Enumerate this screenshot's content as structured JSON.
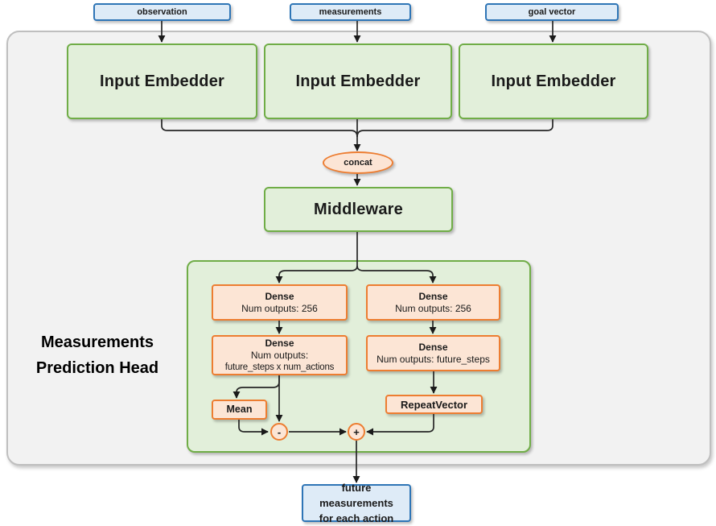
{
  "inputs": [
    {
      "label": "observation"
    },
    {
      "label": "measurements"
    },
    {
      "label": "goal vector"
    }
  ],
  "embedders": [
    {
      "label": "Input Embedder"
    },
    {
      "label": "Input Embedder"
    },
    {
      "label": "Input Embedder"
    }
  ],
  "concat": {
    "label": "concat"
  },
  "middleware": {
    "label": "Middleware"
  },
  "head": {
    "title_line1": "Measurements",
    "title_line2": "Prediction Head",
    "left": {
      "dense1_title": "Dense",
      "dense1_sub": "Num outputs: 256",
      "dense2_title": "Dense",
      "dense2_sub1": "Num outputs:",
      "dense2_sub2": "future_steps x num_actions",
      "mean_label": "Mean",
      "minus_label": "-"
    },
    "right": {
      "dense1_title": "Dense",
      "dense1_sub": "Num outputs: 256",
      "dense2_title": "Dense",
      "dense2_sub": "Num outputs: future_steps",
      "repeat_label": "RepeatVector",
      "plus_label": "+"
    }
  },
  "output": {
    "line1": "future measurements",
    "line2": "for each action"
  },
  "colors": {
    "blue_border": "#2E75B6",
    "blue_fill": "#DEEBF7",
    "green_border": "#70AD47",
    "green_fill": "#E2EFDA",
    "orange_border": "#ED7D31",
    "orange_fill": "#FCE5D5",
    "gray_fill": "#F2F2F2",
    "gray_border": "#BFBFBF",
    "arrow": "#262626"
  }
}
